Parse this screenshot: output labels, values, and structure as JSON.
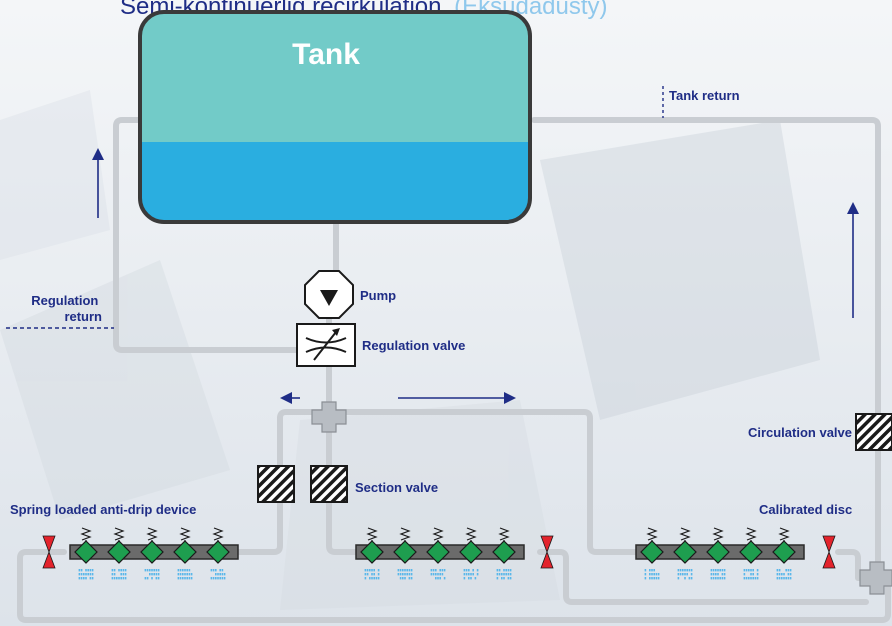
{
  "header": {
    "title": "Semi-kontinuerlig recirkulation",
    "subtitle": "(Eksudadusty)"
  },
  "tank": {
    "label": "Tank"
  },
  "labels": {
    "tank_return": "Tank return",
    "regulation_return_line1": "Regulation",
    "regulation_return_line2": "return",
    "pump": "Pump",
    "regulation_valve": "Regulation valve",
    "circulation_valve": "Circulation valve",
    "section_valve": "Section valve",
    "anti_drip": "Spring loaded anti-drip device",
    "calibrated_disc": "Calibrated disc"
  },
  "colors": {
    "pipe": "#c9cdd2",
    "tank_top": "#72cbc8",
    "tank_bottom": "#2aaee0",
    "tank_border": "#3a3a3a",
    "label": "#1f2d86",
    "nozzle": "#1e9e4f",
    "drip_valve": "#e3232c",
    "spray": "#5ab7ea",
    "boom": "#6b6b6b"
  }
}
